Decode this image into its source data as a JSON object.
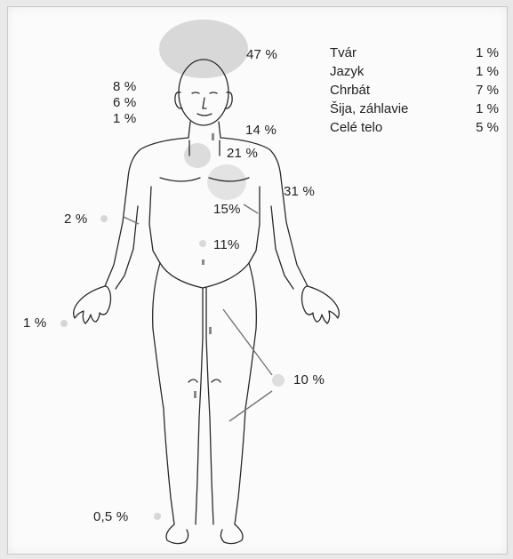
{
  "figure": {
    "regions": {
      "head": "47 %",
      "face_upper": "8 %",
      "face_mid": "6 %",
      "face_lower": "1 %",
      "neck": "14 %",
      "chest_upper": "21 %",
      "chest_side": "31 %",
      "abdomen_upper": "15%",
      "abdomen_lower": "11%",
      "arm": "2 %",
      "hand": "1 %",
      "leg": "10 %",
      "foot": "0,5 %"
    }
  },
  "legend": {
    "items": [
      {
        "name": "Tvár",
        "value": "1 %"
      },
      {
        "name": "Jazyk",
        "value": "1 %"
      },
      {
        "name": "Chrbát",
        "value": "7 %"
      },
      {
        "name": "Šija, záhlavie",
        "value": "1 %"
      },
      {
        "name": "Celé telo",
        "value": "5 %"
      }
    ]
  }
}
